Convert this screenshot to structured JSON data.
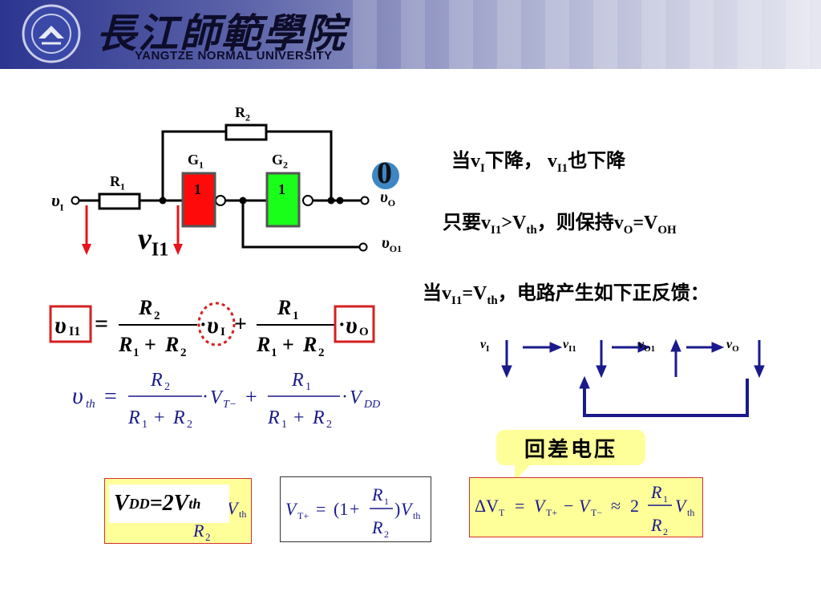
{
  "header": {
    "university_cn": "長江師範學院",
    "university_en": "YANGTZE NORMAL UNIVERSITY"
  },
  "circuit": {
    "r2": "R",
    "r2_sub": "2",
    "r1": "R",
    "r1_sub": "1",
    "g1": "G",
    "g1_sub": "1",
    "g2": "G",
    "g2_sub": "2",
    "gate_value": "1",
    "vi": "υ",
    "vi_sub": "I",
    "vo": "υ",
    "vo_sub": "O",
    "vo1": "υ",
    "vo1_sub": "O1",
    "vi11": "v",
    "vi11_sub": "I1",
    "output_level": "0"
  },
  "texts": {
    "line1_a": "当v",
    "line1_a_sub": "I",
    "line1_b": "下降，  v",
    "line1_b_sub": "I1",
    "line1_c": "也下降",
    "line2_a": "只要v",
    "line2_a_sub": "I1",
    "line2_b": ">V",
    "line2_b_sub": "th",
    "line2_c": "，则保持v",
    "line2_c_sub": "O",
    "line2_d": "=V",
    "line2_d_sub": "OH",
    "line3_a": "当v",
    "line3_a_sub": "I1",
    "line3_b": "=V",
    "line3_b_sub": "th",
    "line3_c": "，电路产生如下正反馈："
  },
  "feedback": {
    "vi": "v",
    "vi_sub": "I",
    "vi1": "v",
    "vi1_sub": "I1",
    "vo1": "v",
    "vo1_sub": "O1",
    "vo": "v",
    "vo_sub": "O"
  },
  "callout": "回差电压",
  "vdd_label": {
    "a": "V",
    "a_sub": "DD",
    "b": "=2V",
    "b_sub": "th"
  },
  "colors": {
    "red": "#e8141b",
    "gate1": "#ff0a0a",
    "gate2": "#1aff1a",
    "navy": "#1a1a8c",
    "yellow": "#ffff99",
    "box_red": "#d42020"
  }
}
